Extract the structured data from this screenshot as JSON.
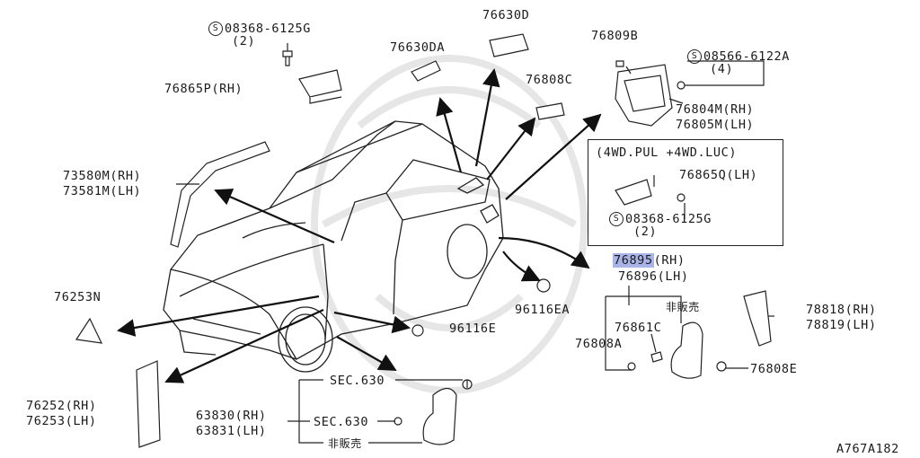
{
  "diagram_id": "A767A182",
  "bolt_top": {
    "symbol": "S",
    "number": "08368-6125G",
    "qty": "(2)"
  },
  "bolt_right": {
    "symbol": "S",
    "number": "08566-6122A",
    "qty": "(4)"
  },
  "bolt_box": {
    "symbol": "S",
    "number": "08368-6125G",
    "qty": "(2)"
  },
  "option_box": {
    "title": "(4WD.PUL +4WD.LUC)",
    "part": "76865Q(LH)"
  },
  "parts": {
    "p76630D": "76630D",
    "p76630DA": "76630DA",
    "p76809B": "76809B",
    "p76808C": "76808C",
    "p76865P": "76865P(RH)",
    "p76804M": "76804M(RH)",
    "p76805M": "76805M(LH)",
    "p73580M": "73580M(RH)",
    "p73581M": "73581M(LH)",
    "p76895_hl": "76895",
    "p76895_rest": "(RH)",
    "p76896": "76896(LH)",
    "p76253N": "76253N",
    "p96116EA": "96116EA",
    "p96116E": "96116E",
    "p76861C": "76861C",
    "p76808A": "76808A",
    "p78818": "78818(RH)",
    "p78819": "78819(LH)",
    "p76808E": "76808E",
    "p76252": "76252(RH)",
    "p76253": "76253(LH)",
    "p63830": "63830(RH)",
    "p63831": "63831(LH)",
    "sec630_a": "SEC.630",
    "sec630_b": "SEC.630",
    "not_for_sale_a": "非販売",
    "not_for_sale_b": "非販売"
  }
}
